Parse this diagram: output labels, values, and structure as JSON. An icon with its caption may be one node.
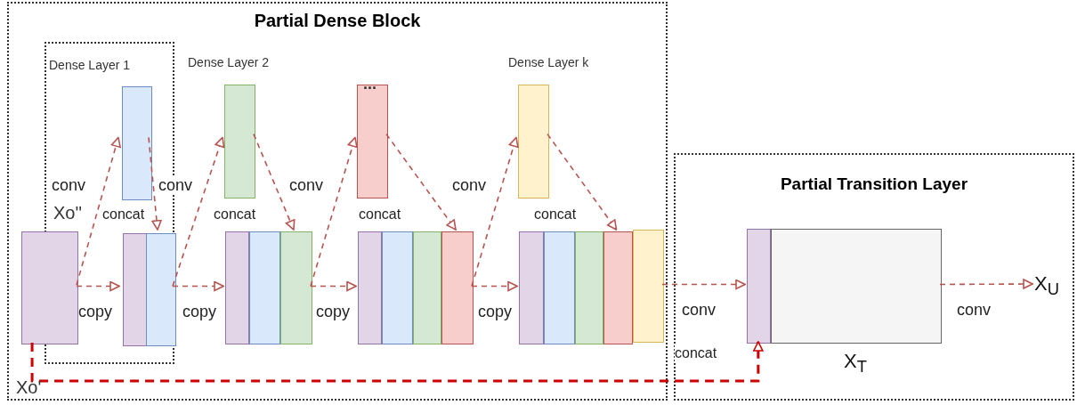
{
  "diagram": {
    "nodes": [
      {
        "text": [
          "Partial Dense Block"
        ]
      },
      {
        "text": [
          "Dense Layer 1"
        ],
        "in": 0
      },
      {
        "text": [],
        "shape": "box",
        "in": 0
      },
      {
        "text": [],
        "shape": "box",
        "in": 1
      },
      {
        "text": [],
        "shape": "box",
        "in": 1
      },
      {
        "text": [],
        "shape": "box",
        "in": 1
      },
      {
        "text": [],
        "shape": "box",
        "in": 0
      },
      {
        "text": [],
        "shape": "box",
        "in": 0
      },
      {
        "text": [],
        "shape": "box",
        "in": 0
      },
      {
        "text": [],
        "shape": "box",
        "in": 0
      },
      {
        "text": [],
        "shape": "box",
        "in": 0
      },
      {
        "text": [],
        "shape": "box",
        "in": 0
      },
      {
        "text": [],
        "shape": "box",
        "in": 0
      },
      {
        "text": [],
        "shape": "box",
        "in": 0
      },
      {
        "text": [],
        "shape": "box",
        "in": 0
      },
      {
        "text": [],
        "shape": "box",
        "in": 0
      },
      {
        "text": [],
        "shape": "box",
        "in": 0
      },
      {
        "text": [],
        "shape": "box",
        "in": 0
      },
      {
        "text": [],
        "shape": "box",
        "in": 0
      },
      {
        "text": [],
        "shape": "box",
        "in": 0
      },
      {
        "text": [],
        "shape": "box",
        "in": 0
      },
      {
        "text": [
          "Partial Transition Layer"
        ]
      },
      {
        "text": [],
        "shape": "box",
        "in": 21
      },
      {
        "text": [],
        "shape": "box",
        "in": 21,
        "beside": [
          "X$_{T}$"
        ]
      },
      {
        "text": [
          "X$_{U}$"
        ],
        "in": 21
      }
    ],
    "edges": [
      {
        "from": 2,
        "to": 3,
        "arrow": "to",
        "label": "conv",
        "style": "dashed"
      },
      {
        "from": 2,
        "to": 4,
        "arrow": "to",
        "label": "copy",
        "style": "dashed"
      },
      {
        "from": 3,
        "to": 5,
        "arrow": "to",
        "label": "concat",
        "style": "dashed"
      },
      {
        "from": 5,
        "to": 6,
        "arrow": "to",
        "label": "conv",
        "style": "dashed"
      },
      {
        "from": 5,
        "to": 7,
        "arrow": "to",
        "label": "copy",
        "style": "dashed"
      },
      {
        "from": 6,
        "to": 9,
        "arrow": "to",
        "label": "concat",
        "style": "dashed"
      },
      {
        "from": 9,
        "to": 10,
        "arrow": "to",
        "label": "conv",
        "style": "dashed"
      },
      {
        "from": 9,
        "to": 11,
        "arrow": "to",
        "label": "copy",
        "style": "dashed"
      },
      {
        "from": 10,
        "to": 14,
        "arrow": "to",
        "label": "concat",
        "style": "dashed"
      },
      {
        "from": 14,
        "to": 15,
        "arrow": "to",
        "label": "conv",
        "style": "dashed"
      },
      {
        "from": 14,
        "to": 16,
        "arrow": "to",
        "label": "copy",
        "style": "dashed"
      },
      {
        "from": 15,
        "to": 19,
        "arrow": "to",
        "label": "concat",
        "style": "dashed"
      },
      {
        "from": 20,
        "to": 22,
        "arrow": "to",
        "label": "conv",
        "style": "dashed"
      },
      {
        "from": 2,
        "to": 22,
        "arrow": "to",
        "label": "concat",
        "style": "dashed",
        "color": "#cc0000"
      },
      {
        "from": 23,
        "to": 24,
        "arrow": "to",
        "label": "conv",
        "style": "dashed"
      }
    ],
    "labels": [
      "Dense Layer 2",
      "...",
      "Dense Layer k",
      "Xo''",
      "Xo'"
    ]
  }
}
